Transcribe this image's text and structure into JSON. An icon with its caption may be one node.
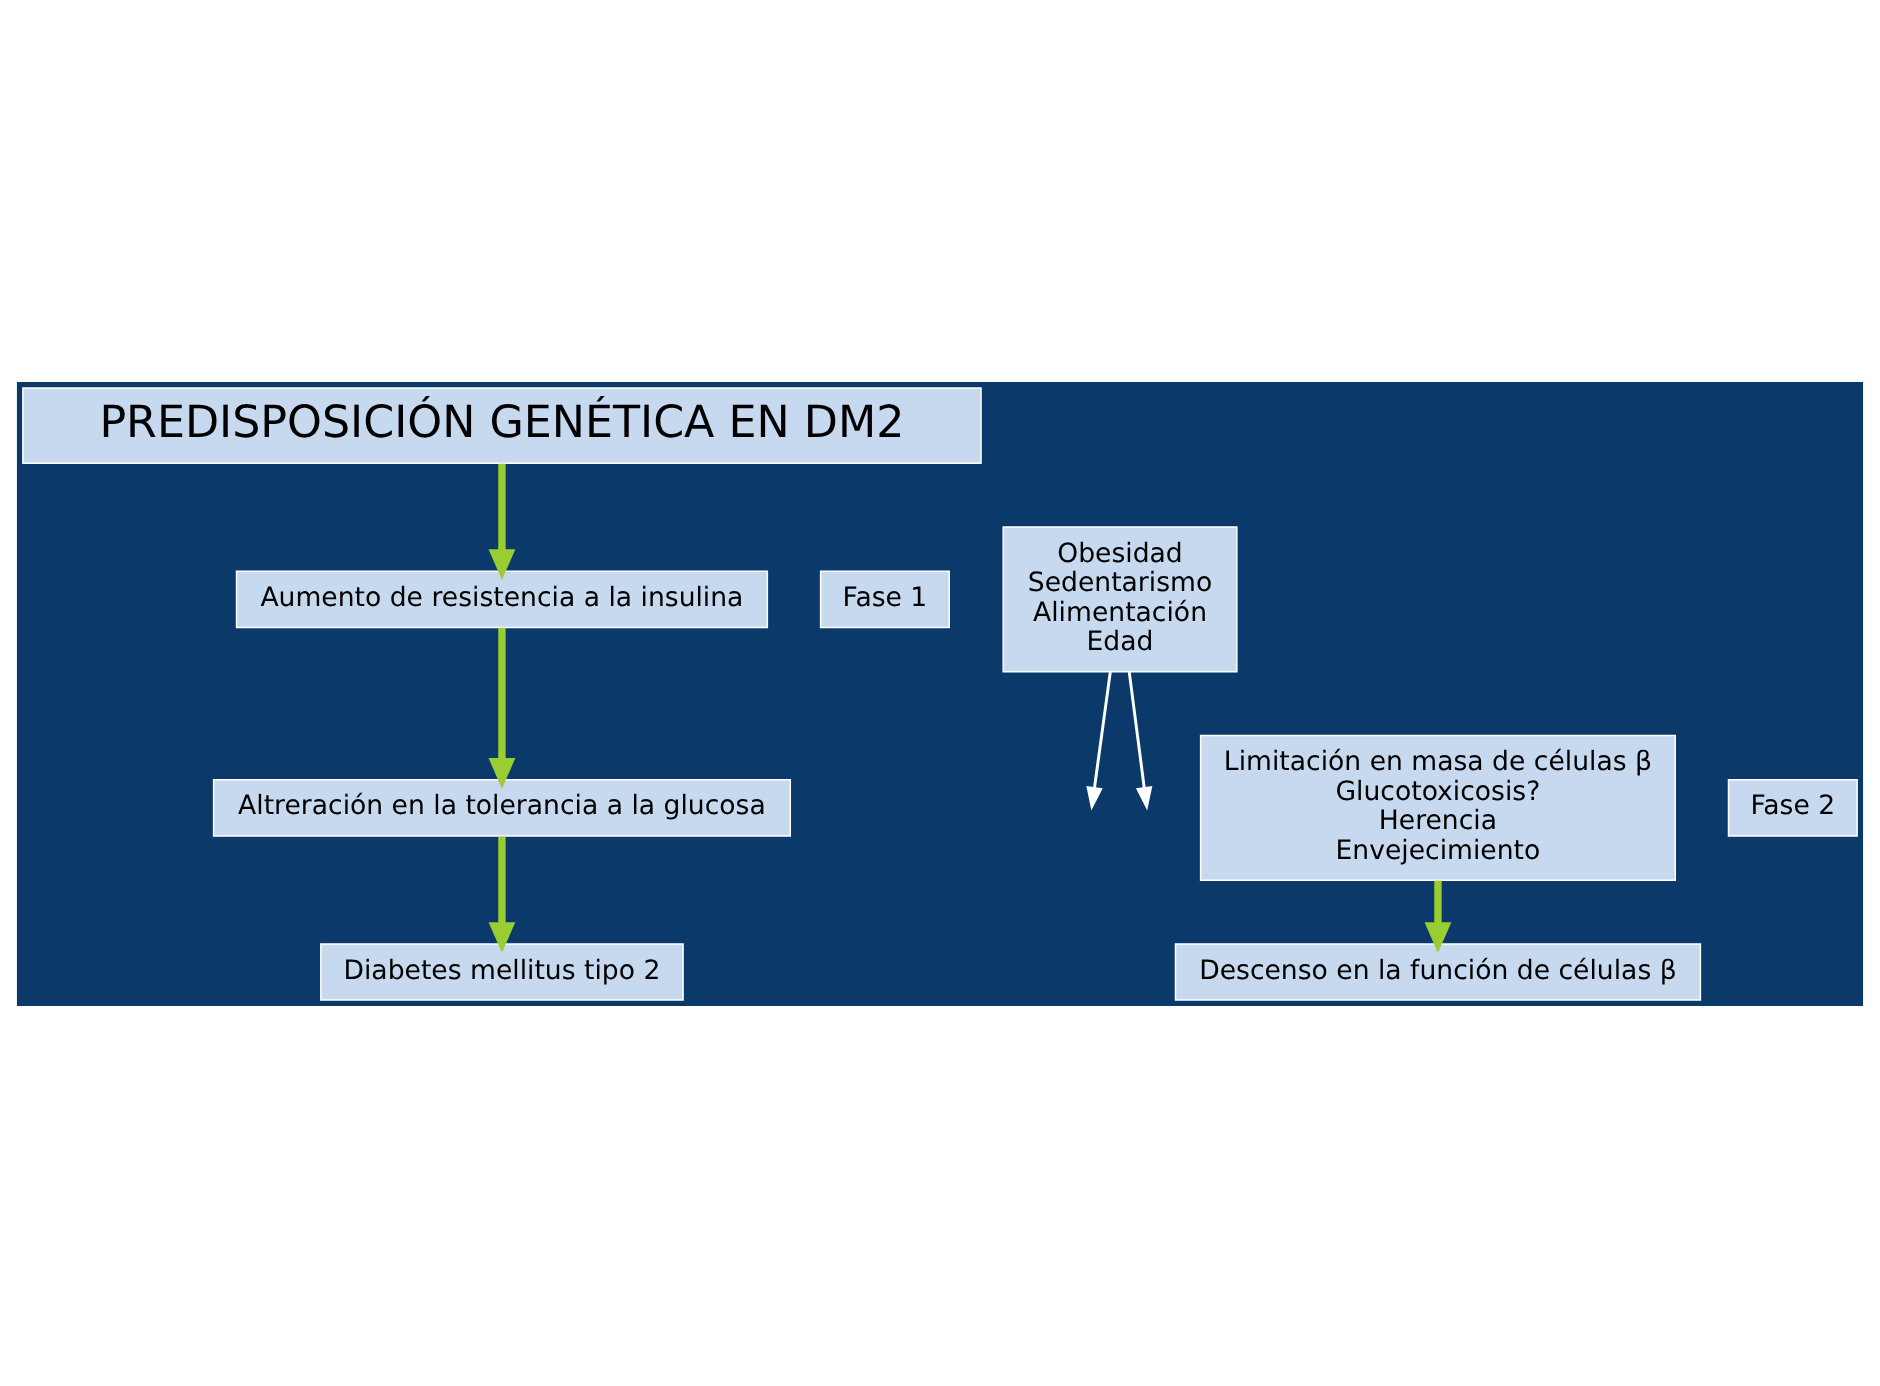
{
  "diagram": {
    "nodes": [
      {
        "text": [
          "PREDISPOSICIÓN GENÉTICA EN DM2"
        ]
      },
      {
        "text": [
          "Fase 1"
        ]
      },
      {
        "text": [
          "Obesidad",
          "Sedentarismo",
          "Alimentación",
          "Edad"
        ]
      },
      {
        "text": [
          "Aumento de resistencia a la insulina"
        ]
      },
      {
        "text": [
          "Limitación en masa de células β",
          "Glucotoxicosis?",
          "Herencia",
          "Envejecimiento"
        ]
      },
      {
        "text": [
          "Fase 2"
        ]
      },
      {
        "text": [
          "Altreración en la tolerancia a la glucosa"
        ]
      },
      {
        "text": [
          "Descenso en la función de células β"
        ]
      },
      {
        "text": [
          "Diabetes mellitus tipo 2"
        ]
      }
    ],
    "edges": [
      {
        "from": 0,
        "to": 3,
        "arrow": "to"
      },
      {
        "from": 2,
        "to": null,
        "arrow": "to",
        "color": "#ffffff"
      },
      {
        "from": 2,
        "to": null,
        "arrow": "to",
        "color": "#ffffff"
      },
      {
        "from": 3,
        "to": 6,
        "arrow": "to"
      },
      {
        "from": 6,
        "to": 8,
        "arrow": "to"
      },
      {
        "from": 4,
        "to": 7,
        "arrow": "to"
      }
    ]
  }
}
